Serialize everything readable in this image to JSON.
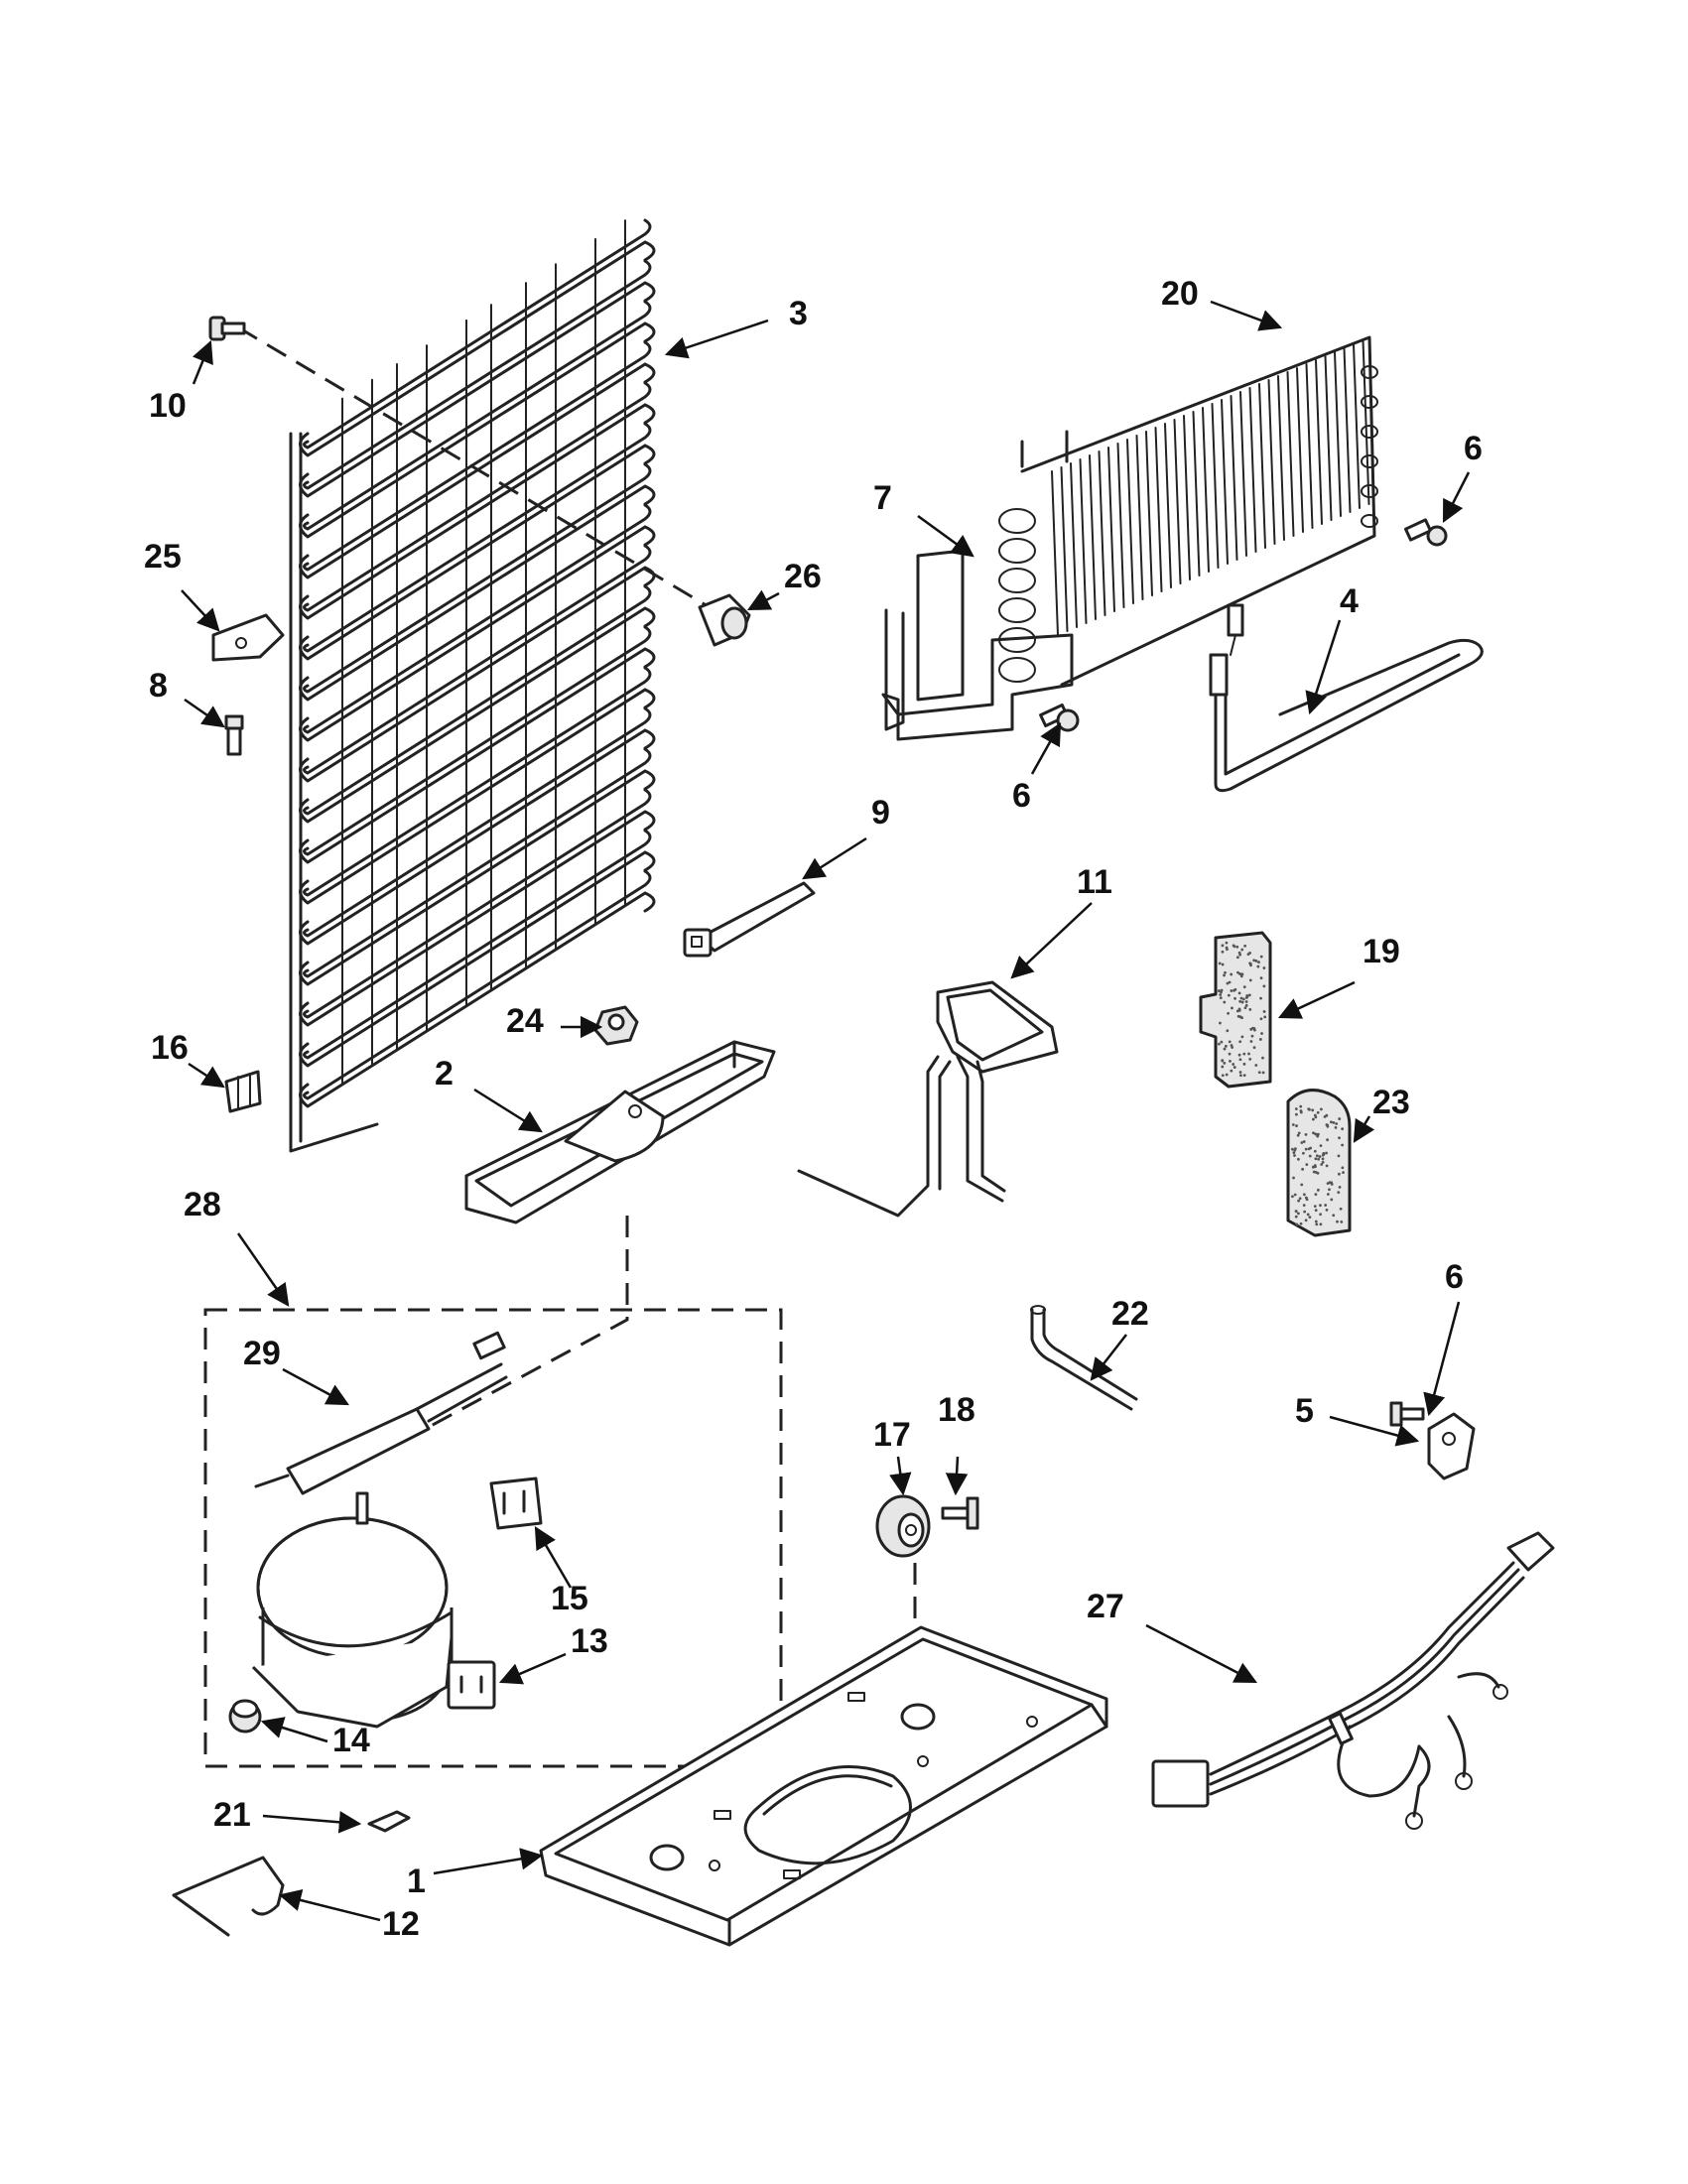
{
  "callouts": [
    {
      "label": "1"
    },
    {
      "label": "2"
    },
    {
      "label": "3"
    },
    {
      "label": "4"
    },
    {
      "label": "5"
    },
    {
      "label": "6"
    },
    {
      "label": "6"
    },
    {
      "label": "6"
    },
    {
      "label": "7"
    },
    {
      "label": "8"
    },
    {
      "label": "9"
    },
    {
      "label": "10"
    },
    {
      "label": "11"
    },
    {
      "label": "12"
    },
    {
      "label": "13"
    },
    {
      "label": "14"
    },
    {
      "label": "15"
    },
    {
      "label": "16"
    },
    {
      "label": "17"
    },
    {
      "label": "18"
    },
    {
      "label": "19"
    },
    {
      "label": "20"
    },
    {
      "label": "21"
    },
    {
      "label": "22"
    },
    {
      "label": "23"
    },
    {
      "label": "24"
    },
    {
      "label": "25"
    },
    {
      "label": "26"
    },
    {
      "label": "27"
    },
    {
      "label": "28"
    },
    {
      "label": "29"
    }
  ]
}
